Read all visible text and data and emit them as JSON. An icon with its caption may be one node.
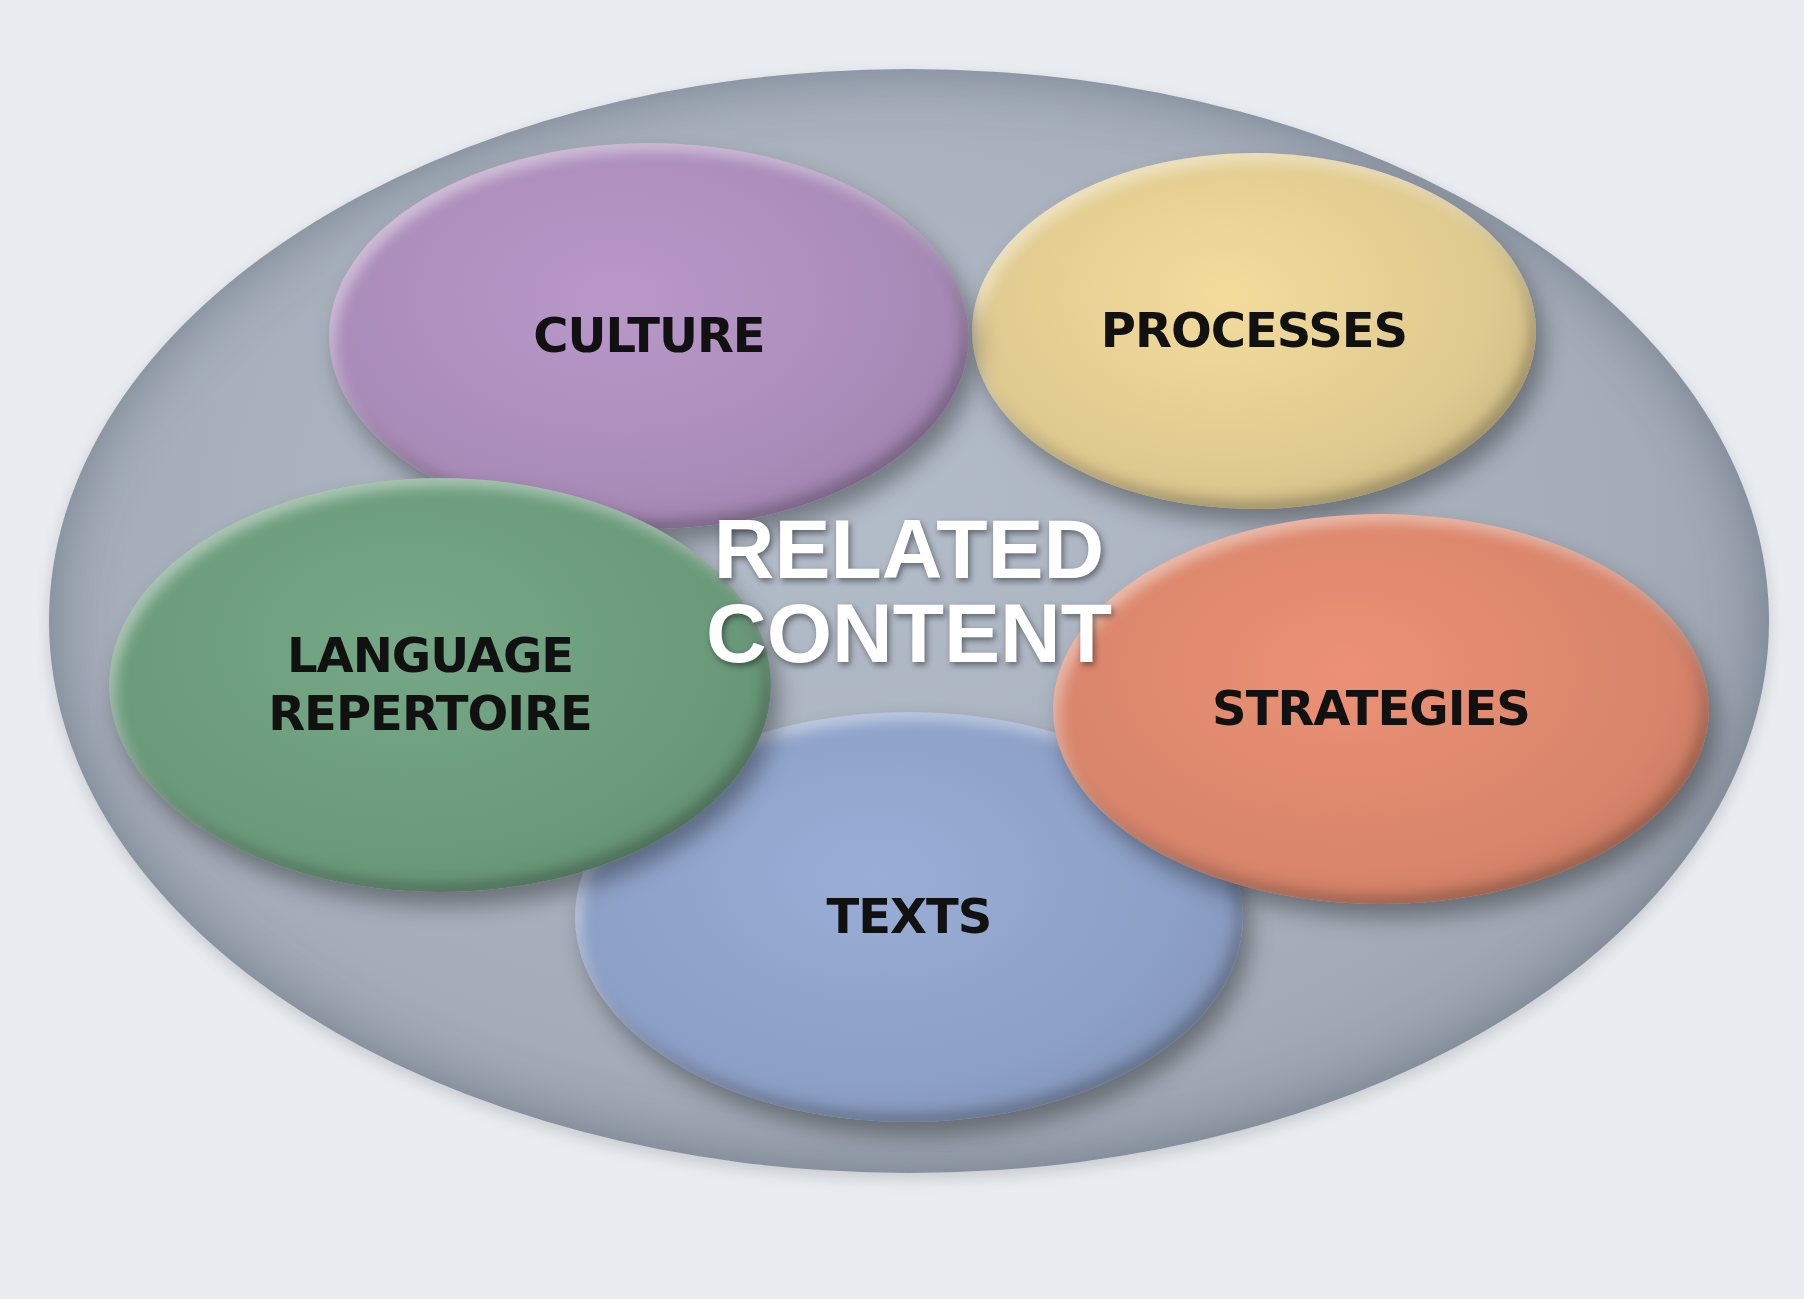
{
  "diagram": {
    "nodes": [
      {
        "text": [
          "RELATED CONTENT"
        ]
      },
      {
        "text": [
          "CULTURE"
        ],
        "in": 0
      },
      {
        "text": [
          "PROCESSES"
        ],
        "in": 0
      },
      {
        "text": [
          "LANGUAGE REPERTOIRE"
        ],
        "in": 0
      },
      {
        "text": [
          "STRATEGIES"
        ],
        "in": 0
      },
      {
        "text": [
          "TEXTS"
        ],
        "in": 0
      }
    ]
  }
}
